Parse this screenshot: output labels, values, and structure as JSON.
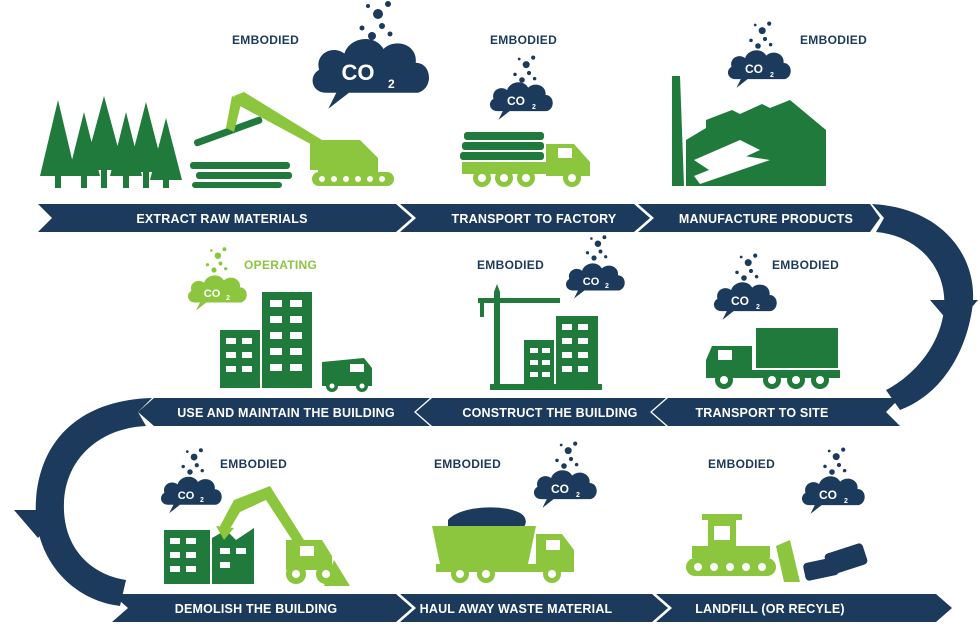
{
  "colors": {
    "navy": "#1b3a5c",
    "dark_green": "#1f7a3c",
    "light_green": "#8cc63f",
    "white": "#ffffff"
  },
  "co2_label": "CO",
  "co2_subscript": "2",
  "stages": [
    {
      "label": "EXTRACT RAW MATERIALS",
      "tag": "EMBODIED",
      "icon": "trees-and-log-loader-icon"
    },
    {
      "label": "TRANSPORT TO FACTORY",
      "tag": "EMBODIED",
      "icon": "logging-truck-icon"
    },
    {
      "label": "MANUFACTURE PRODUCTS",
      "tag": "EMBODIED",
      "icon": "factory-icon"
    },
    {
      "label": "TRANSPORT TO SITE",
      "tag": "EMBODIED",
      "icon": "delivery-truck-icon"
    },
    {
      "label": "CONSTRUCT THE BUILDING",
      "tag": "EMBODIED",
      "icon": "tower-crane-building-icon"
    },
    {
      "label": "USE AND MAINTAIN THE BUILDING",
      "tag": "OPERATING",
      "icon": "buildings-and-van-icon"
    },
    {
      "label": "DEMOLISH THE BUILDING",
      "tag": "EMBODIED",
      "icon": "excavator-demolition-icon"
    },
    {
      "label": "HAUL AWAY WASTE MATERIAL",
      "tag": "EMBODIED",
      "icon": "dump-truck-icon"
    },
    {
      "label": "LANDFILL (OR RECYLE)",
      "tag": "EMBODIED",
      "icon": "bulldozer-icon"
    }
  ]
}
